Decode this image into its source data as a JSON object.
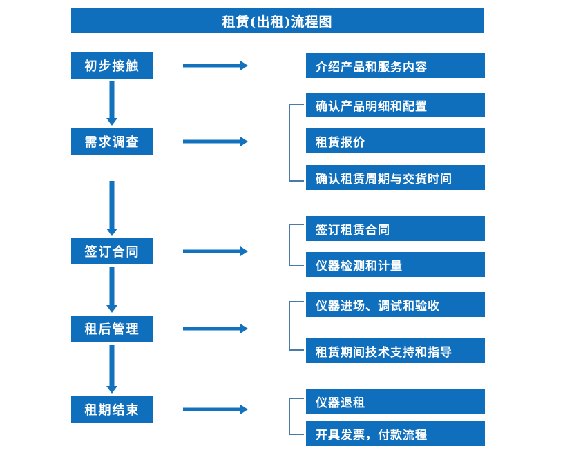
{
  "title": "租赁(出租)流程图",
  "colors": {
    "box_blue": "#0f6fbd",
    "arrow_blue": "#1272bd",
    "bracket_blue": "#4a7ba8",
    "text_white": "#ffffff",
    "background": "#ffffff"
  },
  "stages": [
    {
      "label": "初步接触"
    },
    {
      "label": "需求调查"
    },
    {
      "label": "签订合同"
    },
    {
      "label": "租后管理"
    },
    {
      "label": "租期结束"
    }
  ],
  "details": [
    {
      "label": "介绍产品和服务内容"
    },
    {
      "label": "确认产品明细和配置"
    },
    {
      "label": "租赁报价"
    },
    {
      "label": "确认租赁周期与交货时间"
    },
    {
      "label": "签订租赁合同"
    },
    {
      "label": "仪器检测和计量"
    },
    {
      "label": "仪器进场、调试和验收"
    },
    {
      "label": "租赁期间技术支持和指导"
    },
    {
      "label": "仪器退租"
    },
    {
      "label": "开具发票，付款流程"
    }
  ],
  "connectors": {
    "down_arrow_icon": "arrow-down-icon",
    "right_arrow_icon": "arrow-right-icon",
    "bracket_icon": "group-bracket-icon"
  }
}
